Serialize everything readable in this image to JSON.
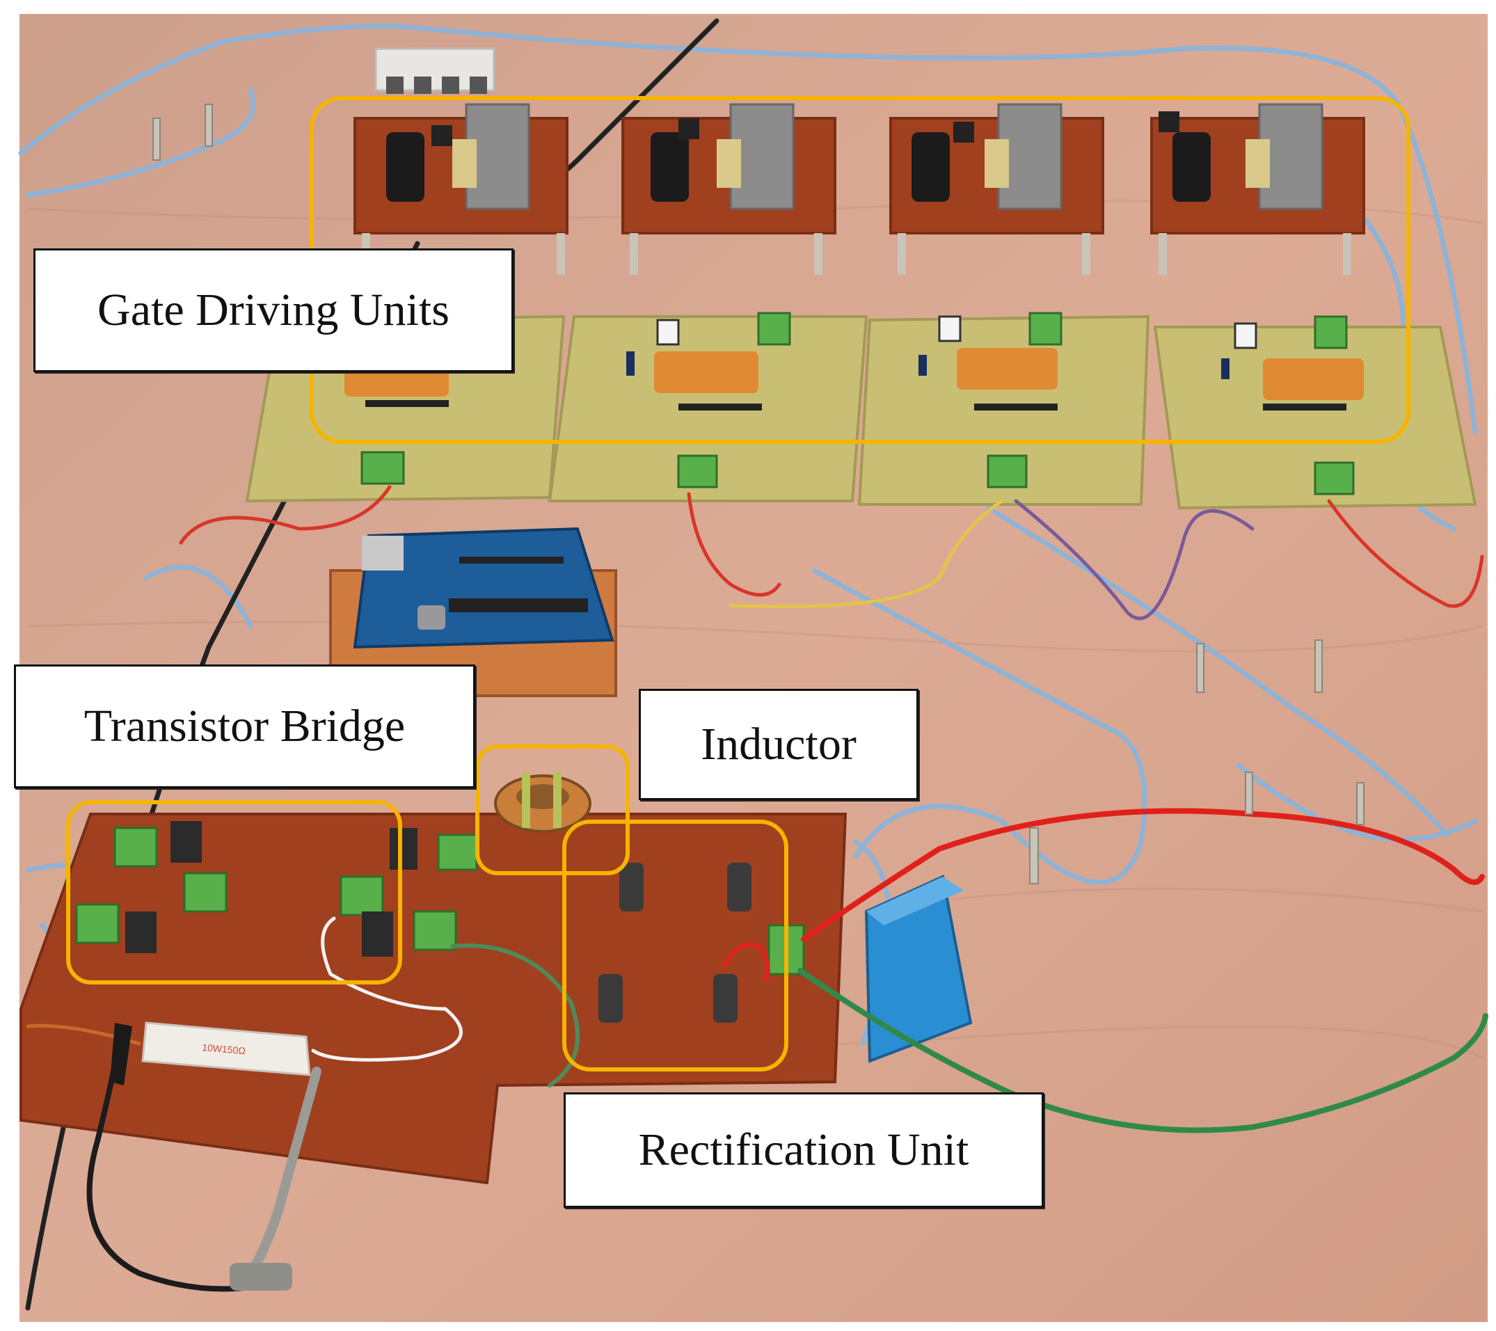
{
  "figure": {
    "labels": {
      "gate_driving_units": "Gate Driving Units",
      "transistor_bridge": "Transistor Bridge",
      "inductor": "Inductor",
      "rectification_unit": "Rectification Unit"
    },
    "colors": {
      "highlight": "#f6b400",
      "board_surface": "#d9a791",
      "pcb_copper": "#a1401f",
      "pcb_fr4": "#c9bf74",
      "terminal_green": "#57b04a",
      "arduino_blue": "#1d5d99",
      "wire_red": "#e0211b",
      "wire_blue": "#8fb3d6",
      "wire_green": "#2f8a4a",
      "capacitor_blue": "#2a8ed2",
      "probe_grey": "#9a9a96",
      "resistor_white": "#f0ede6"
    }
  }
}
